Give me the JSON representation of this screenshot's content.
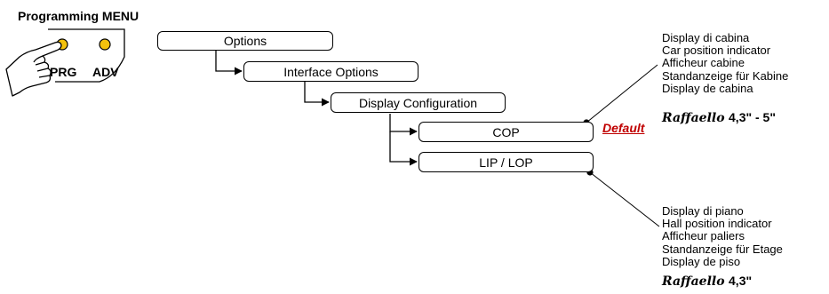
{
  "panel": {
    "title": "Programming MENU",
    "buttons": [
      "PRG",
      "ADV"
    ],
    "led_color": "#f4c20d"
  },
  "menu": {
    "level1": "Options",
    "level2": "Interface Options",
    "level3": "Display Configuration",
    "cop": "COP",
    "lip_lop": "LIP / LOP"
  },
  "default_label": "Default",
  "default_color": "#c00000",
  "cop_info": {
    "lines": [
      "Display di cabina",
      "Car position indicator",
      "Afficheur cabine",
      "Standanzeige für Kabine",
      "Display de cabina"
    ],
    "brand": "Raffaello",
    "sizes": "4,3\" - 5\""
  },
  "lop_info": {
    "lines": [
      "Display di piano",
      "Hall position indicator",
      "Afficheur paliers",
      "Standanzeige für Etage",
      "Display de piso"
    ],
    "brand": "Raffaello",
    "sizes": "4,3\""
  }
}
